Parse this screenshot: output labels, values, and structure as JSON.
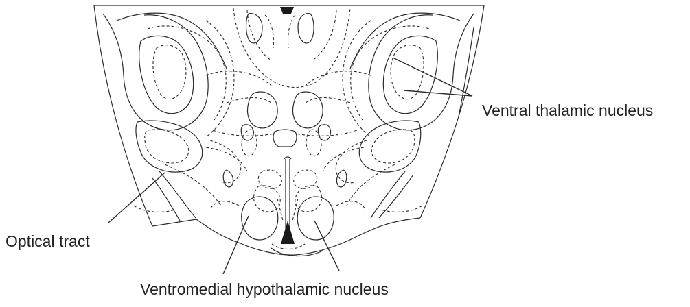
{
  "diagram": {
    "labels": {
      "ventral_thalamic": "Ventral thalamic nucleus",
      "optical_tract": "Optical tract",
      "ventromedial_hypothalamic": "Ventromedial hypothalamic nucleus"
    },
    "colors": {
      "line": "#2a2a2a",
      "text": "#222222",
      "background": "#ffffff"
    }
  }
}
